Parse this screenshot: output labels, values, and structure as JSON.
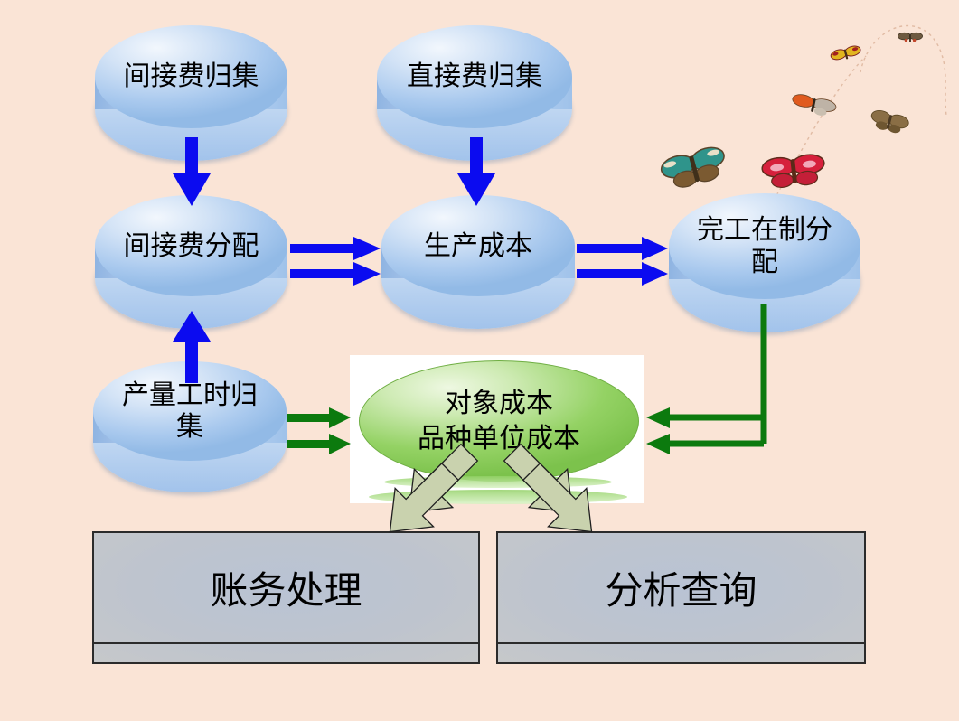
{
  "slide": {
    "background_color": "#fae4d6",
    "type": "cost-accounting-flow-diagram"
  },
  "nodes": {
    "cylinders": [
      {
        "label": "间接费归集"
      },
      {
        "label": "直接费归集"
      },
      {
        "label": "间接费分配"
      },
      {
        "label": "生产成本"
      },
      {
        "label": "完工在制分配"
      },
      {
        "label": "产量工时归集"
      }
    ],
    "center_ellipse": {
      "line1": "对象成本",
      "line2": "品种单位成本"
    },
    "bottom_boxes": [
      {
        "label": "账务处理"
      },
      {
        "label": "分析查询"
      }
    ]
  },
  "colors": {
    "background": "#fae4d6",
    "cylinder_fill": "#a9c9ee",
    "flow_arrow_blue": "#0b0bf0",
    "flow_arrow_green": "#0c7a0e",
    "center_ellipse_fill": "#94d264",
    "bent_arrow_fill": "#c9d2ae",
    "bottom_box_fill": "#c0c5cc"
  },
  "decor": {
    "butterfly_count": 6
  }
}
